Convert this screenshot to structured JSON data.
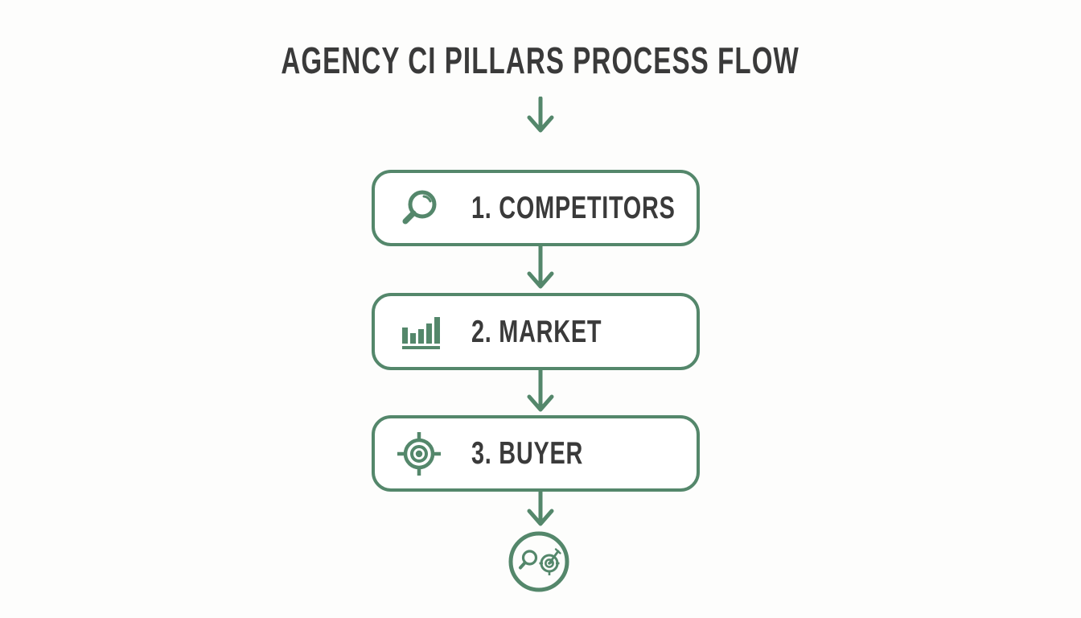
{
  "title": "AGENCY CI PILLARS PROCESS FLOW",
  "colors": {
    "green": "#54876b",
    "ink": "#3a3a3a",
    "background": "#fdfdfc",
    "box_fill": "#ffffff"
  },
  "flow": {
    "steps": [
      {
        "label": "1. COMPETITORS",
        "icon": "magnifier-icon"
      },
      {
        "label": "2. MARKET",
        "icon": "bar-chart-icon"
      },
      {
        "label": "3. BUYER",
        "icon": "target-icon"
      }
    ],
    "connector_icon": "down-arrow-icon",
    "result_icon": "magnifier-and-target-circle-icon"
  }
}
